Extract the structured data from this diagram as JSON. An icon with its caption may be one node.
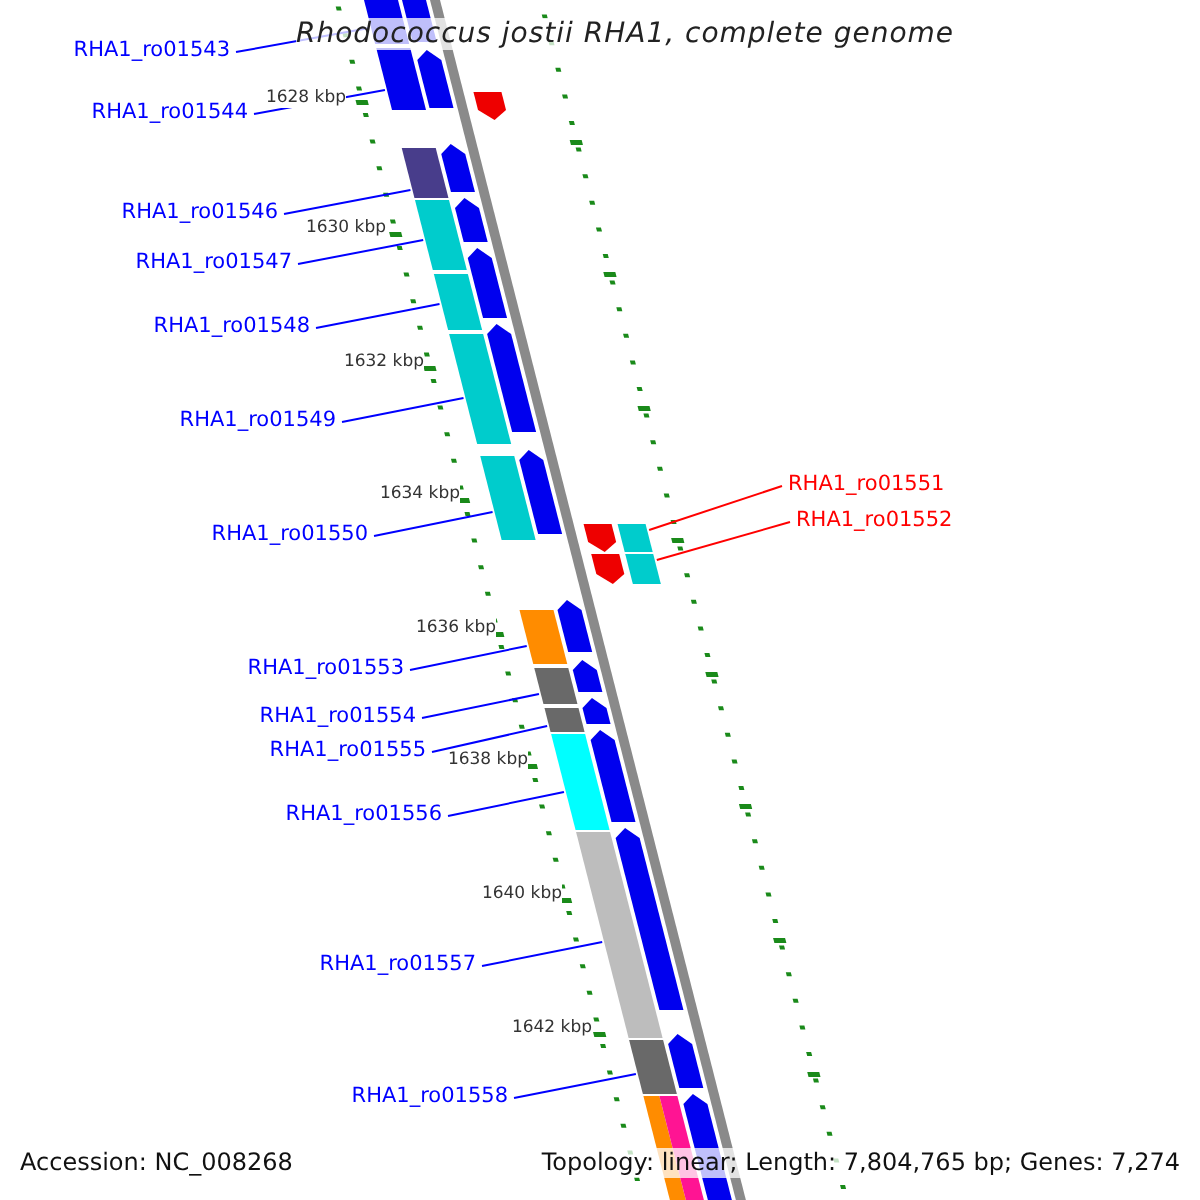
{
  "diagram": {
    "title": "Rhodococcus jostii RHA1, complete genome",
    "nodes": [
      {
        "text": [
          "RHA1_ro01543"
        ]
      },
      {
        "text": [
          "RHA1_ro01544"
        ]
      },
      {
        "text": [
          "RHA1_ro01546"
        ]
      },
      {
        "text": [
          "RHA1_ro01547"
        ]
      },
      {
        "text": [
          "RHA1_ro01548"
        ]
      },
      {
        "text": [
          "RHA1_ro01549"
        ]
      },
      {
        "text": [
          "RHA1_ro01550"
        ]
      },
      {
        "text": [
          "RHA1_ro01551"
        ]
      },
      {
        "text": [
          "RHA1_ro01552"
        ]
      },
      {
        "text": [
          "RHA1_ro01553"
        ]
      },
      {
        "text": [
          "RHA1_ro01554"
        ]
      },
      {
        "text": [
          "RHA1_ro01555"
        ]
      },
      {
        "text": [
          "RHA1_ro01556"
        ]
      },
      {
        "text": [
          "RHA1_ro01557"
        ]
      },
      {
        "text": [
          "RHA1_ro01558"
        ]
      },
      {
        "text": [],
        "shape": "bar"
      },
      {
        "text": [],
        "shape": "bar"
      },
      {
        "text": [],
        "shape": "bar"
      },
      {
        "text": [],
        "shape": "bar"
      },
      {
        "text": [],
        "shape": "bar"
      },
      {
        "text": [],
        "shape": "bar"
      },
      {
        "text": [],
        "shape": "bar"
      },
      {
        "text": [],
        "shape": "bar"
      },
      {
        "text": [],
        "shape": "bar"
      },
      {
        "text": [],
        "shape": "bar"
      },
      {
        "text": [],
        "shape": "bar"
      },
      {
        "text": [],
        "shape": "bar"
      },
      {
        "text": [],
        "shape": "bar"
      },
      {
        "text": [],
        "shape": "bar"
      },
      {
        "text": [],
        "shape": "bar"
      },
      {
        "text": [],
        "shape": "bar"
      }
    ],
    "edges": [
      {
        "from": 0,
        "to": 15,
        "arrow": "none"
      },
      {
        "from": 1,
        "to": 16,
        "arrow": "none"
      },
      {
        "from": 2,
        "to": 17,
        "arrow": "none"
      },
      {
        "from": 3,
        "to": 18,
        "arrow": "none"
      },
      {
        "from": 4,
        "to": 19,
        "arrow": "none"
      },
      {
        "from": 5,
        "to": 20,
        "arrow": "none"
      },
      {
        "from": 6,
        "to": 21,
        "arrow": "none"
      },
      {
        "from": 7,
        "to": 22,
        "arrow": "none",
        "color": "#ff0000"
      },
      {
        "from": 8,
        "to": 23,
        "arrow": "none",
        "color": "#ff0000"
      },
      {
        "from": 9,
        "to": 24,
        "arrow": "none"
      },
      {
        "from": 10,
        "to": 25,
        "arrow": "none"
      },
      {
        "from": 11,
        "to": 26,
        "arrow": "none"
      },
      {
        "from": 12,
        "to": 27,
        "arrow": "none"
      },
      {
        "from": 13,
        "to": 28,
        "arrow": "none"
      },
      {
        "from": 14,
        "to": 29,
        "arrow": "none"
      }
    ],
    "labels": [
      "1628 kbp",
      "1630 kbp",
      "1632 kbp",
      "1634 kbp",
      "1636 kbp",
      "1638 kbp",
      "1640 kbp",
      "1642 kbp",
      "Accession: NC_008268",
      "Topology: linear; Length: 7,804,765 bp; Genes: 7,274"
    ]
  }
}
